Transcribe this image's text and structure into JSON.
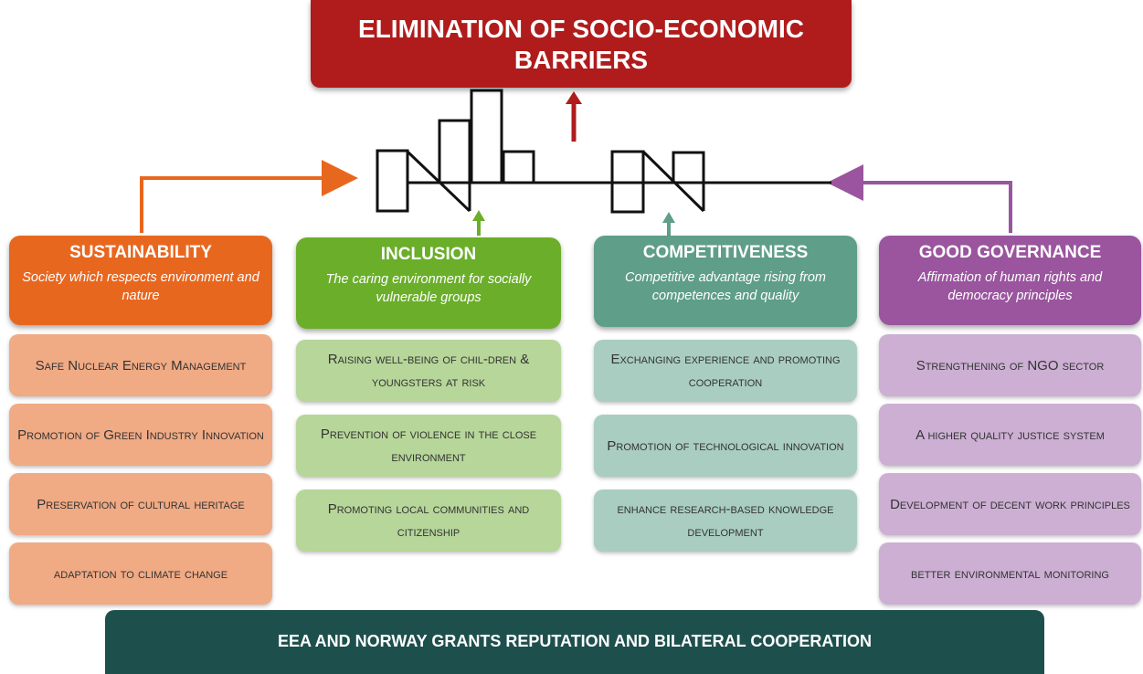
{
  "title": "ELIMINATION OF SOCIO-ECONOMIC BARRIERS",
  "pillars": [
    {
      "key": "sustainability",
      "title": "SUSTAINABILITY",
      "subtitle": "Society which respects environment and nature",
      "color": "#e8671f",
      "items": [
        "Safe Nuclear Energy Management",
        "Promotion of Green Industry Innovation",
        "Preservation of cultural heritage",
        "adaptation to climate change"
      ]
    },
    {
      "key": "inclusion",
      "title": "INCLUSION",
      "subtitle": "The caring environment for socially vulnerable groups",
      "color": "#6aae2a",
      "items": [
        "Raising well-being of chil-dren & youngsters at risk",
        "Prevention of violence in the close environment",
        "Promoting local communities and citizenship"
      ]
    },
    {
      "key": "competitiveness",
      "title": "COMPETITIVENESS",
      "subtitle": "Competitive advantage rising from competences and quality",
      "color": "#5f9e88",
      "items": [
        "Exchanging experience and promoting cooperation",
        "Promotion of technological innovation",
        "enhance research-based knowledge development"
      ]
    },
    {
      "key": "good_governance",
      "title": "GOOD GOVERNANCE",
      "subtitle": "Affirmation of human rights and democracy principles",
      "color": "#9a559e",
      "items": [
        "Strengthening of NGO sector",
        "A higher quality justice system",
        "Development of decent work principles",
        "better environmental monitoring"
      ]
    }
  ],
  "footer": "EEA AND NORWAY GRANTS REPUTATION AND BILATERAL COOPERATION",
  "colors": {
    "title_bg": "#b01c1c",
    "footer_bg": "#1d4f4d"
  }
}
